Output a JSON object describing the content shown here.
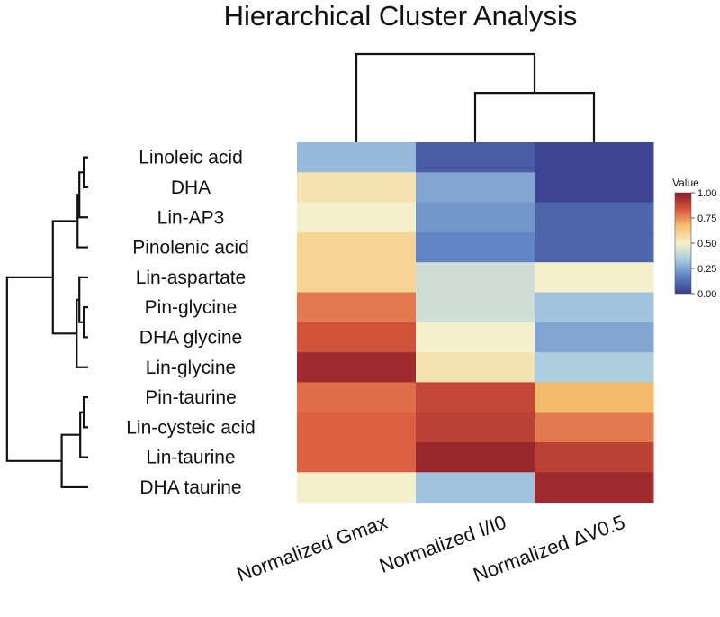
{
  "chart_data": {
    "type": "heatmap",
    "title": "Hierarchical Cluster Analysis",
    "rows": [
      "Linoleic acid",
      "DHA",
      "Lin-AP3",
      "Pinolenic acid",
      "Lin-aspartate",
      "Pin-glycine",
      "DHA glycine",
      "Lin-glycine",
      "Pin-taurine",
      "Lin-cysteic acid",
      "Lin-taurine",
      "DHA taurine"
    ],
    "columns": [
      "Normalized Gmax",
      "Normalized I/I0",
      "Normalized ΔV0.5"
    ],
    "values": [
      [
        0.3,
        0.08,
        0.02
      ],
      [
        0.55,
        0.25,
        0.02
      ],
      [
        0.5,
        0.22,
        0.1
      ],
      [
        0.6,
        0.18,
        0.1
      ],
      [
        0.6,
        0.42,
        0.5
      ],
      [
        0.78,
        0.42,
        0.32
      ],
      [
        0.85,
        0.5,
        0.25
      ],
      [
        0.96,
        0.55,
        0.35
      ],
      [
        0.8,
        0.88,
        0.68
      ],
      [
        0.82,
        0.9,
        0.78
      ],
      [
        0.82,
        0.97,
        0.9
      ],
      [
        0.5,
        0.32,
        0.96
      ]
    ],
    "legend": {
      "title": "Value",
      "ticks": [
        "0.00",
        "0.25",
        "0.50",
        "0.75",
        "1.00"
      ],
      "range": [
        0,
        1
      ],
      "placement": "right"
    },
    "colorscale": [
      "#3a3c8e",
      "#5b7fbf",
      "#a7c9e1",
      "#f4f0cc",
      "#f6c26f",
      "#d9583d",
      "#8d1c2b"
    ],
    "row_dendrogram": {
      "merges": [
        [
          0,
          1,
          0.05
        ],
        [
          12,
          2,
          0.1
        ],
        [
          13,
          3,
          0.12
        ],
        [
          5,
          6,
          0.05
        ],
        [
          15,
          4,
          0.1
        ],
        [
          16,
          7,
          0.13
        ],
        [
          8,
          9,
          0.05
        ],
        [
          18,
          10,
          0.09
        ],
        [
          19,
          11,
          0.3
        ],
        [
          14,
          17,
          0.4
        ],
        [
          21,
          20,
          0.92
        ]
      ]
    },
    "column_dendrogram": {
      "merges": [
        [
          1,
          2,
          0.56
        ],
        [
          0,
          3,
          1.0
        ]
      ]
    }
  }
}
